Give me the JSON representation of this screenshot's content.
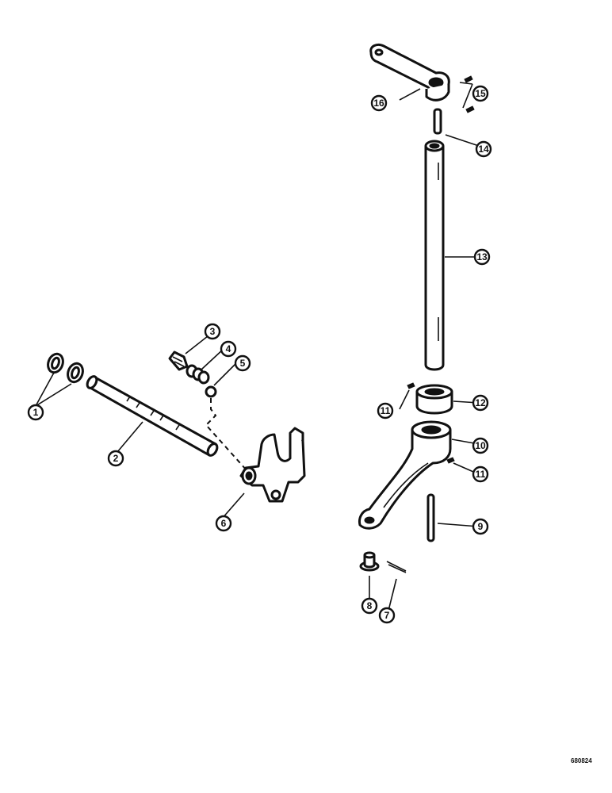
{
  "callouts": [
    {
      "id": "c1",
      "text": "1"
    },
    {
      "id": "c2",
      "text": "2"
    },
    {
      "id": "c3",
      "text": "3"
    },
    {
      "id": "c4",
      "text": "4"
    },
    {
      "id": "c5",
      "text": "5"
    },
    {
      "id": "c6",
      "text": "6"
    },
    {
      "id": "c7",
      "text": "7"
    },
    {
      "id": "c8",
      "text": "8"
    },
    {
      "id": "c9",
      "text": "9"
    },
    {
      "id": "c10",
      "text": "10"
    },
    {
      "id": "c11a",
      "text": "11"
    },
    {
      "id": "c11b",
      "text": "11"
    },
    {
      "id": "c12",
      "text": "12"
    },
    {
      "id": "c13",
      "text": "13"
    },
    {
      "id": "c14",
      "text": "14"
    },
    {
      "id": "c15",
      "text": "15"
    },
    {
      "id": "c16",
      "text": "16"
    }
  ],
  "drawing_code": "680824"
}
